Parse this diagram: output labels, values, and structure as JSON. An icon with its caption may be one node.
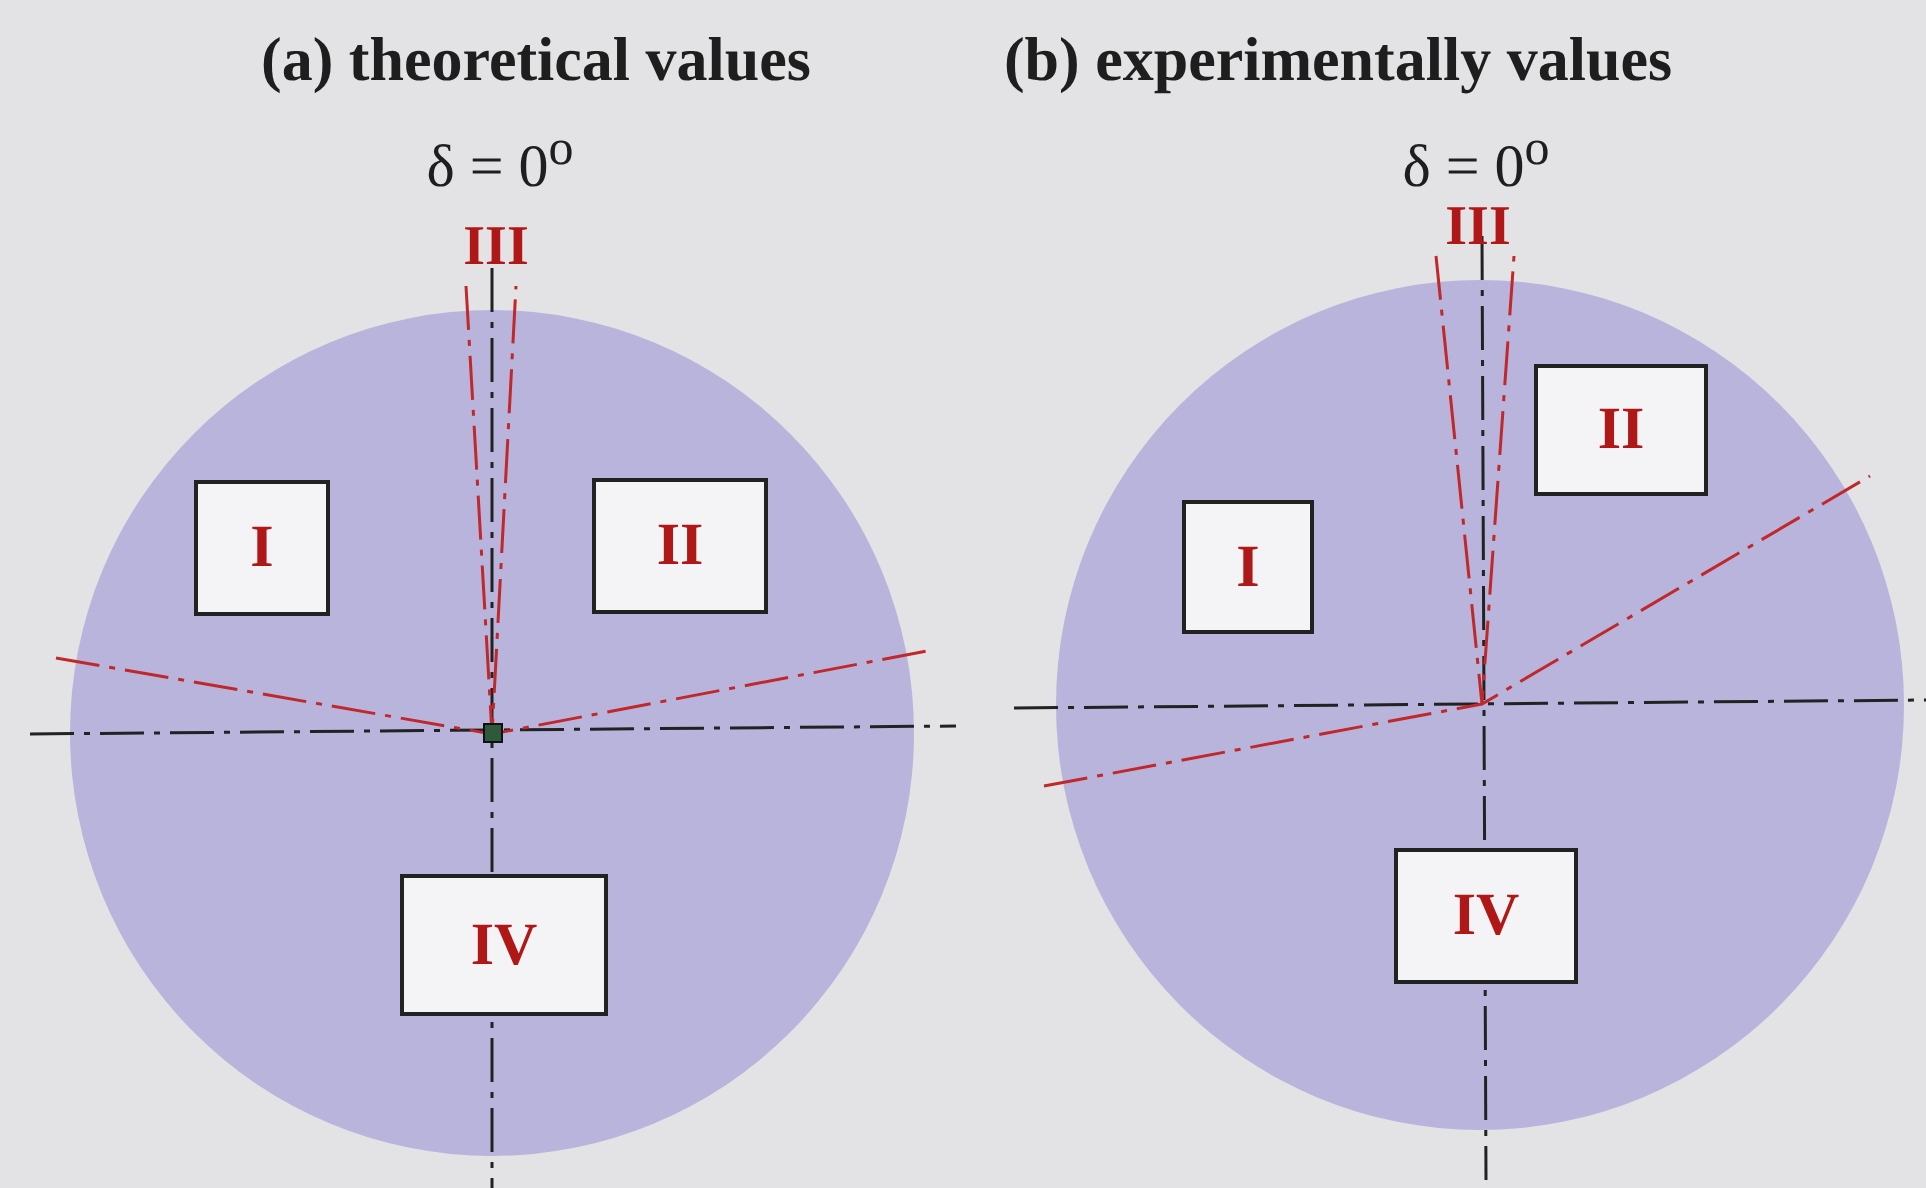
{
  "diagram": {
    "nodes": [
      {
        "text": [],
        "shape": "circle"
      },
      {
        "text": [
          "I"
        ],
        "in": 0
      },
      {
        "text": [
          "II"
        ],
        "in": 0
      },
      {
        "text": [
          "IV"
        ],
        "in": 0
      },
      {
        "text": [],
        "shape": "circle"
      },
      {
        "text": [
          "II"
        ],
        "in": 4
      },
      {
        "text": [
          "I"
        ],
        "in": 4
      },
      {
        "text": [
          "IV"
        ],
        "in": 4
      }
    ],
    "labels": [
      "(a) theoretical values",
      "(b) experimentally values",
      "δ = 0$^{o}$",
      "III",
      "δ = 0$^{o}$",
      "III"
    ]
  }
}
